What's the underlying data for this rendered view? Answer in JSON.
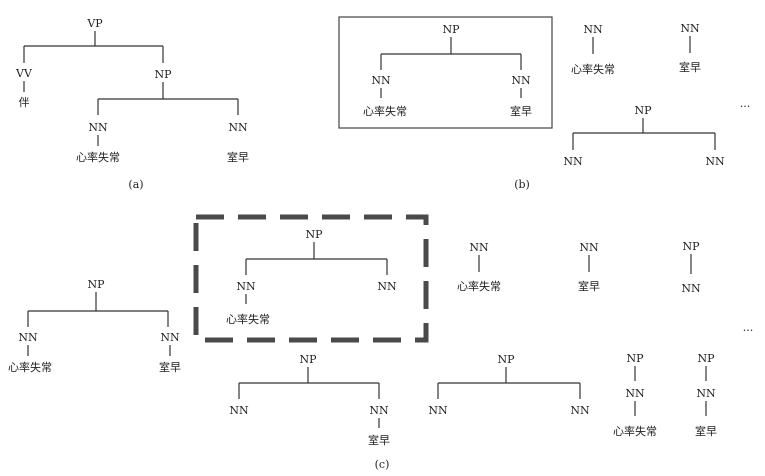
{
  "panels": {
    "a": {
      "caption": "(a)",
      "root": "VP",
      "verb_tag": "VV",
      "verb_word": "伴",
      "np_tag": "NP",
      "nn_tag": "NN",
      "word1": "心率失常",
      "word2": "室早"
    },
    "b": {
      "caption": "(b)",
      "np_tag": "NP",
      "nn_tag": "NN",
      "word1": "心率失常",
      "word2": "室早",
      "ellipsis": "..."
    },
    "c": {
      "caption": "(c)",
      "np_tag": "NP",
      "nn_tag": "NN",
      "word1": "心率失常",
      "word2": "室早",
      "ellipsis": "..."
    }
  }
}
